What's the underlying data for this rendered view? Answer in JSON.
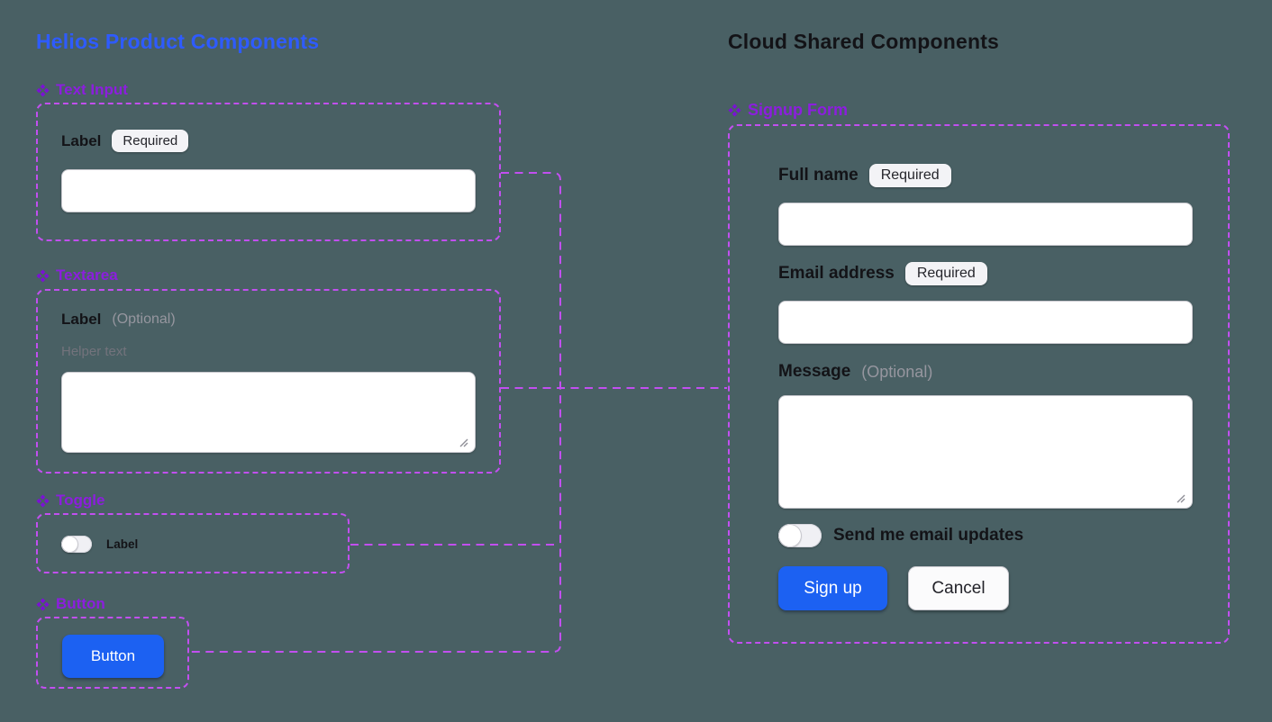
{
  "colors": {
    "background": "#496064",
    "frame_outline": "#c24ff0",
    "heading_purple": "#8c1ede",
    "title_blue": "#2e5bff",
    "title_dark": "#131317",
    "primary_blue": "#1c61f2"
  },
  "icons": {
    "component": "four-diamonds"
  },
  "left": {
    "title": "Helios Product Components",
    "text_input": {
      "heading": "Text Input",
      "label": "Label",
      "badge": "Required",
      "value": "",
      "placeholder": ""
    },
    "textarea": {
      "heading": "Textarea",
      "label": "Label",
      "optional": "(Optional)",
      "helper": "Helper text",
      "value": ""
    },
    "toggle": {
      "heading": "Toggle",
      "label": "Label",
      "state": "off"
    },
    "button": {
      "heading": "Button",
      "label": "Button"
    }
  },
  "right": {
    "title": "Cloud Shared Components",
    "signup": {
      "heading": "Signup Form",
      "full_name": {
        "label": "Full name",
        "badge": "Required",
        "value": "",
        "placeholder": ""
      },
      "email": {
        "label": "Email address",
        "badge": "Required",
        "value": "",
        "placeholder": ""
      },
      "message": {
        "label": "Message",
        "optional": "(Optional)",
        "value": ""
      },
      "updates_toggle": {
        "label": "Send me email updates",
        "state": "off"
      },
      "submit_label": "Sign up",
      "cancel_label": "Cancel"
    }
  }
}
